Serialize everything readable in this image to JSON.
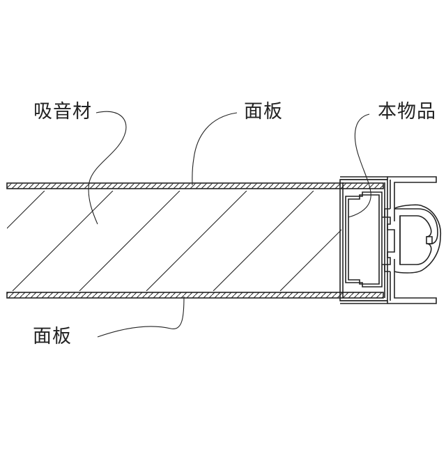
{
  "labels": {
    "sound_absorbing_material": "吸音材",
    "face_panel_top": "面板",
    "this_product": "本物品",
    "face_panel_bottom": "面板"
  },
  "colors": {
    "line": "#222222",
    "background": "#ffffff"
  }
}
